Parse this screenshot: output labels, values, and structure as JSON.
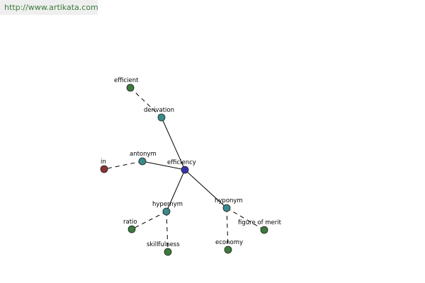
{
  "header": {
    "url": "http://www.artikata.com",
    "url_color": "#3a7a3a"
  },
  "graph": {
    "colors": {
      "center": "#3333aa",
      "relation": "#3a8a8a",
      "word": "#3d7a3d",
      "antonym_word": "#883333"
    },
    "nodes": {
      "efficiency": "efficiency",
      "derivation": "derivation",
      "efficient": "efficient",
      "antonym": "antonym",
      "in": "in",
      "hypernym": "hypernym",
      "ratio": "ratio",
      "skillfulness": "skillfulness",
      "hyponym": "hyponym",
      "economy": "economy",
      "figure_of_merit": "figure of merit"
    }
  }
}
